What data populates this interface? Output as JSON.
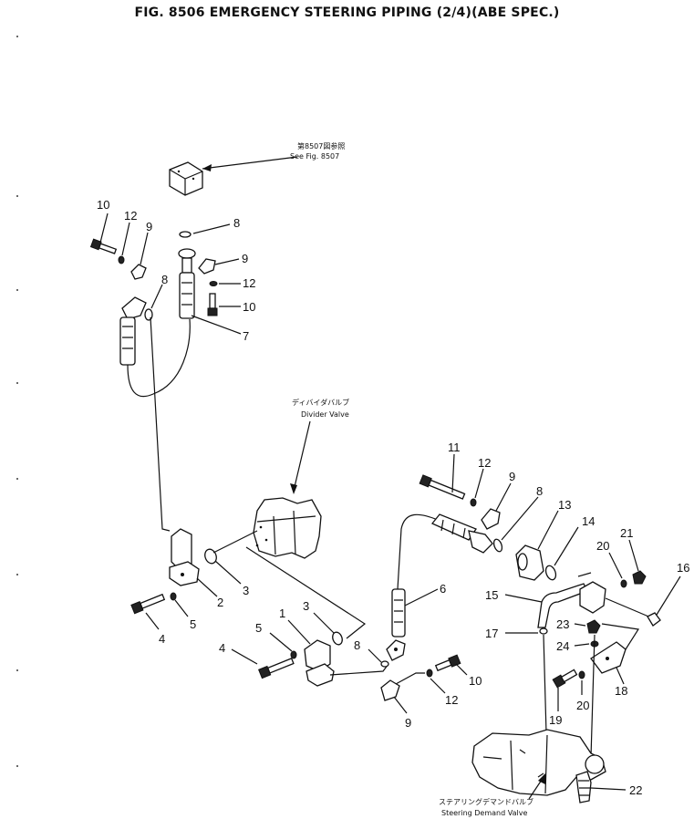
{
  "title": "FIG. 8506  EMERGENCY STEERING PIPING (2/4)(ABE SPEC.)",
  "annotations": {
    "see_fig_jp": "第8507図参照",
    "see_fig": "See Fig. 8507",
    "divider_jp": "ディバイダバルブ",
    "divider": "Divider Valve",
    "steering_jp": "ステアリングデマンドバルブ",
    "steering": "Steering Demand Valve"
  },
  "callouts": {
    "c10a": "10",
    "c12a": "12",
    "c9a": "9",
    "c8a": "8",
    "c8b": "8",
    "c9b": "9",
    "c12b": "12",
    "c10b": "10",
    "c7": "7",
    "c2": "2",
    "c3a": "3",
    "c5a": "5",
    "c4a": "4",
    "c1": "1",
    "c3b": "3",
    "c5b": "5",
    "c4b": "4",
    "c8c": "8",
    "c6": "6",
    "c9c": "9",
    "c12c": "12",
    "c10c": "10",
    "c11": "11",
    "c12d": "12",
    "c9d": "9",
    "c8d": "8",
    "c13": "13",
    "c14": "14",
    "c21": "21",
    "c20a": "20",
    "c16": "16",
    "c15": "15",
    "c17": "17",
    "c23": "23",
    "c24": "24",
    "c18": "18",
    "c19": "19",
    "c20b": "20",
    "c22": "22"
  }
}
